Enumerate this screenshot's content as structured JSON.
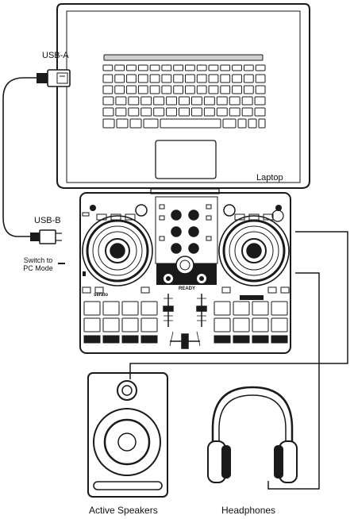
{
  "labels": {
    "usb_a": "USB-A",
    "usb_b": "USB-B",
    "switch_line1": "Switch to",
    "switch_line2": "PC Mode",
    "laptop": "Laptop",
    "active_speakers": "Active Speakers",
    "headphones": "Headphones",
    "serato": "serato",
    "ready": "READY"
  },
  "icons": {
    "laptop": "laptop-icon",
    "controller": "dj-controller-icon",
    "speaker": "speaker-icon",
    "headphones": "headphones-icon",
    "usb_a_plug": "usb-a-plug-icon",
    "usb_b_plug": "usb-b-plug-icon"
  },
  "colors": {
    "line": "#1a1a1a",
    "fill_dark": "#1a1a1a",
    "fill_light": "#ffffff"
  }
}
